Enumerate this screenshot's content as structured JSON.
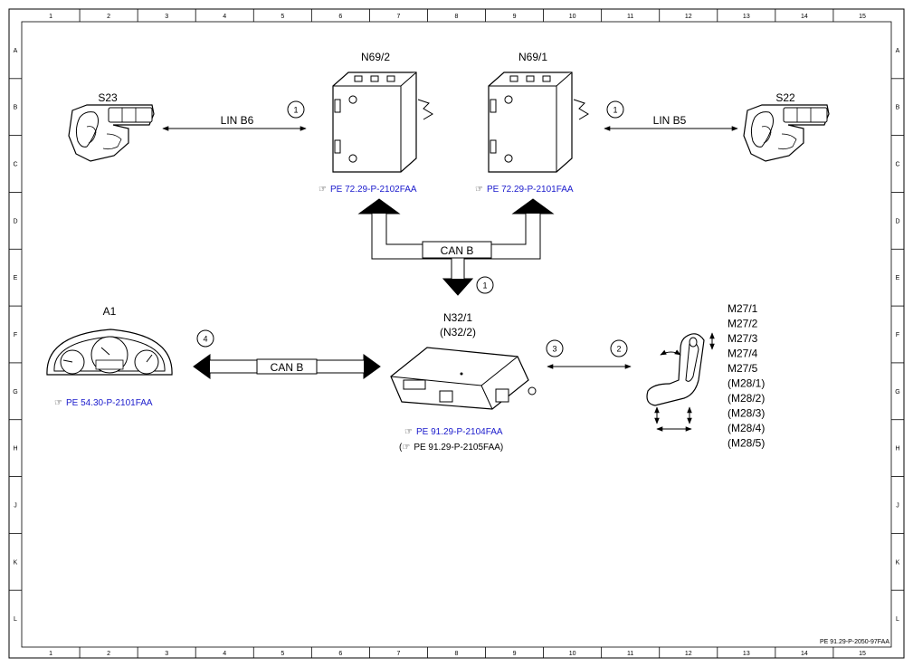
{
  "grid": {
    "columns": [
      "1",
      "2",
      "3",
      "4",
      "5",
      "6",
      "7",
      "8",
      "9",
      "10",
      "11",
      "12",
      "13",
      "14",
      "15"
    ],
    "rows": [
      "A",
      "B",
      "C",
      "D",
      "E",
      "F",
      "G",
      "H",
      "J",
      "K",
      "L"
    ]
  },
  "components": {
    "n69_2": "N69/2",
    "n69_1": "N69/1",
    "s23": "S23",
    "s22": "S22",
    "a1": "A1",
    "n32_1": "N32/1",
    "n32_2": "(N32/2)",
    "motors": [
      "M27/1",
      "M27/2",
      "M27/3",
      "M27/4",
      "M27/5",
      "(M28/1)",
      "(M28/2)",
      "(M28/3)",
      "(M28/4)",
      "(M28/5)"
    ]
  },
  "buses": {
    "lin_b6": "LIN B6",
    "lin_b5": "LIN B5",
    "can_b_top": "CAN B",
    "can_b_left": "CAN B"
  },
  "markers": {
    "m1_left": "1",
    "m1_right": "1",
    "m1_center": "1",
    "m2": "2",
    "m3": "3",
    "m4": "4"
  },
  "references": {
    "n69_2": "PE 72.29-P-2102FAA",
    "n69_1": "PE 72.29-P-2101FAA",
    "a1": "PE 54.30-P-2101FAA",
    "n32_1": "PE 91.29-P-2104FAA",
    "n32_2_open": "(",
    "n32_2": "PE 91.29-P-2105FAA)"
  },
  "footer": {
    "doc_id": "PE 91.29-P-2050-97FAA"
  },
  "icons": {
    "reference": "pointing-hand-icon",
    "seat_switch": "seat-adjustment-switch-icon",
    "control_module": "control-module-icon",
    "instrument_cluster": "instrument-cluster-icon",
    "seat": "seat-motor-icon"
  },
  "colors": {
    "line": "#000000",
    "reference_text": "#1a1acc"
  }
}
